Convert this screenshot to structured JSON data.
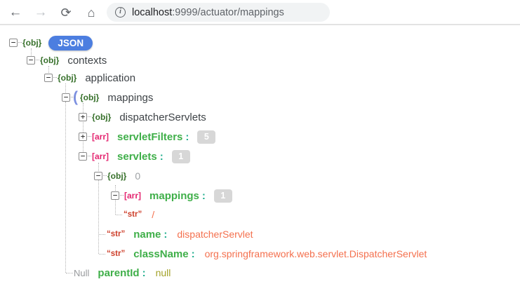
{
  "browser": {
    "back_icon": "←",
    "forward_icon": "→",
    "reload_icon": "⟳",
    "home_icon": "⌂",
    "info_icon": "i",
    "url_host": "localhost",
    "url_path": ":9999/actuator/mappings"
  },
  "tree": {
    "type_obj": "{obj}",
    "type_arr": "[arr]",
    "type_str": "“str”",
    "type_null": "Null",
    "collapse_glyph": "−",
    "expand_glyph": "+",
    "colon": ":",
    "root_badge": "JSON",
    "highlight_paren": "(",
    "rows": [
      {
        "key": "contexts"
      },
      {
        "key": "application"
      },
      {
        "key": "mappings"
      },
      {
        "key": "dispatcherServlets"
      },
      {
        "key": "servletFilters",
        "count": "5"
      },
      {
        "key": "servlets",
        "count": "1"
      },
      {
        "value": "0"
      },
      {
        "key": "mappings",
        "count": "1"
      },
      {
        "value": "/"
      },
      {
        "key": "name",
        "value": "dispatcherServlet"
      },
      {
        "key": "className",
        "value": "org.springframework.web.servlet.DispatcherServlet"
      },
      {
        "key": "parentId",
        "value": "null"
      }
    ]
  },
  "colors": {
    "accent_blue": "#4c7ee0",
    "key_green": "#3faf49",
    "type_obj_green": "#38712c",
    "type_arr_pink": "#e42670",
    "string_red": "#f4704e",
    "null_olive": "#a3a229",
    "badge_gray": "#d7d7d7"
  }
}
